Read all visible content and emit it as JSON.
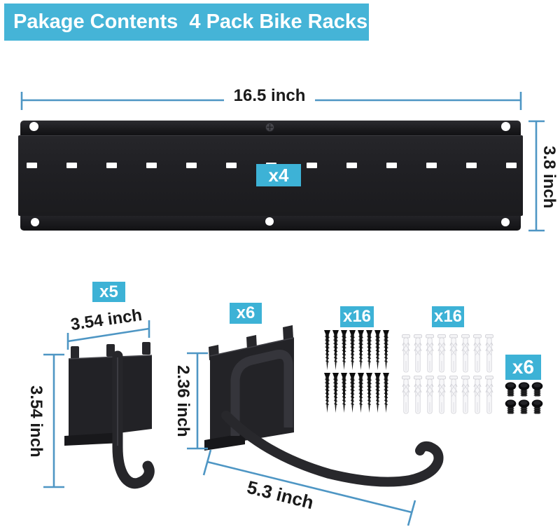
{
  "banner": {
    "title": "Pakage Contents  4 Pack Bike Racks"
  },
  "colors": {
    "banner_bg": "#45b4d7",
    "badge_bg": "#3db2d6",
    "dimension_line": "#4e96c4",
    "part_color": "#202023",
    "label_color": "#1a1a1a"
  },
  "parts": {
    "rail": {
      "badge": "x4",
      "width_label": "16.5 inch",
      "height_label": "3.8 inch"
    },
    "j_hook": {
      "badge": "x5",
      "width_label": "3.54 inch",
      "height_label": "3.54 inch"
    },
    "long_hook": {
      "badge": "x6",
      "height_label": "2.36 inch",
      "length_label": "5.3 inch"
    },
    "long_screws": {
      "badge": "x16"
    },
    "wall_anchors": {
      "badge": "x16"
    },
    "short_screws": {
      "badge": "x6"
    }
  }
}
